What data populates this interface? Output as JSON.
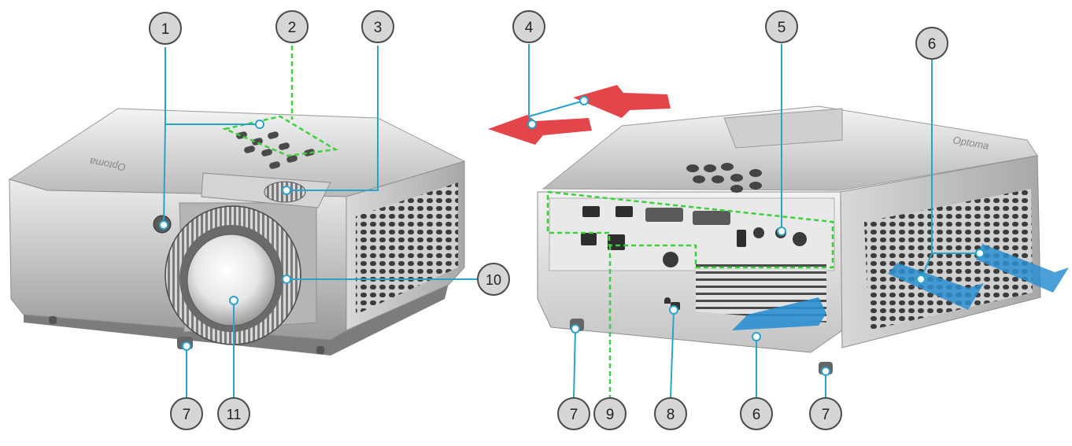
{
  "figure": {
    "colors": {
      "callout_line": "#2aa3c9",
      "dashed_outline": "#3bd13b",
      "exhaust_arrow": "#e03c40",
      "intake_arrow": "#2b8fd0",
      "badge_fill": "#d6d6d6",
      "badge_stroke": "#4a4a4a",
      "body_light": "#eeeeee",
      "body_dark": "#8a8a8a"
    },
    "callouts": [
      {
        "id": "c1",
        "label": "1"
      },
      {
        "id": "c2",
        "label": "2"
      },
      {
        "id": "c3",
        "label": "3"
      },
      {
        "id": "c4",
        "label": "4"
      },
      {
        "id": "c5",
        "label": "5"
      },
      {
        "id": "c6a",
        "label": "6"
      },
      {
        "id": "c6b",
        "label": "6"
      },
      {
        "id": "c7a",
        "label": "7"
      },
      {
        "id": "c7b",
        "label": "7"
      },
      {
        "id": "c7c",
        "label": "7"
      },
      {
        "id": "c8",
        "label": "8"
      },
      {
        "id": "c9",
        "label": "9"
      },
      {
        "id": "c10",
        "label": "10"
      },
      {
        "id": "c11",
        "label": "11"
      }
    ],
    "logo_text": "Optoma",
    "icons": [
      "lens-icon",
      "keypad-icon",
      "security-lock-icon"
    ]
  }
}
